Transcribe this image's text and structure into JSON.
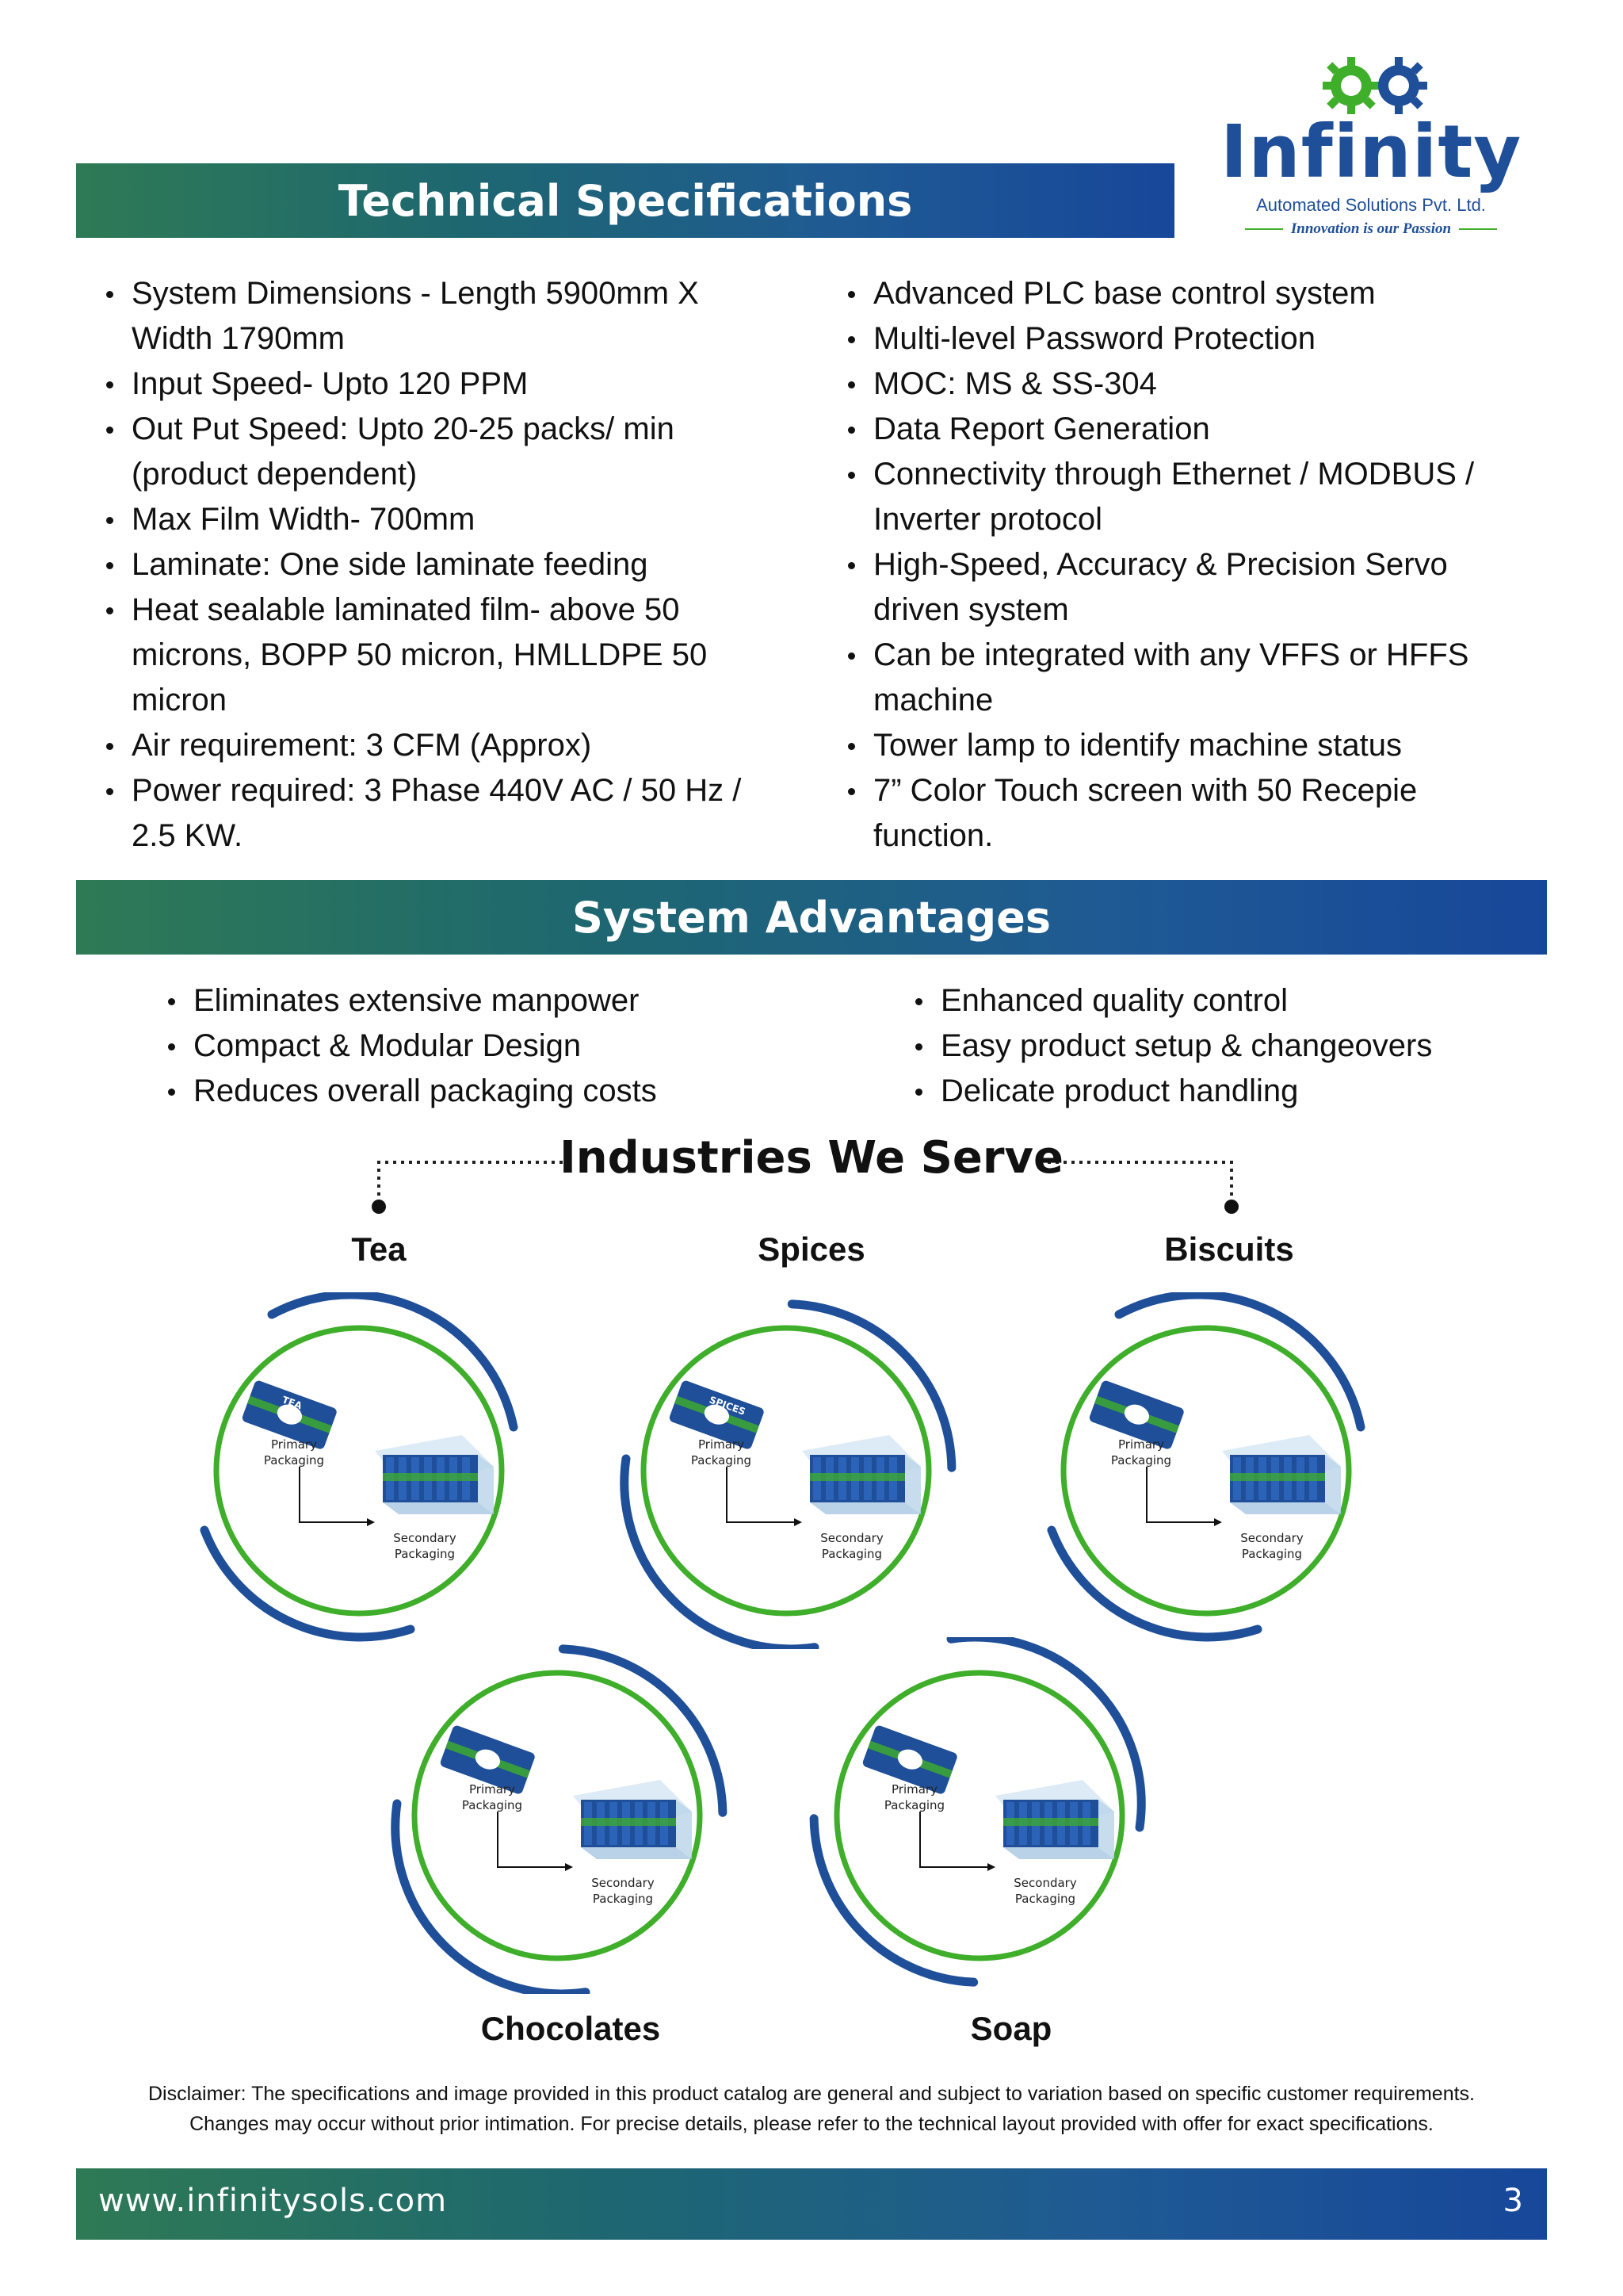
{
  "brand": {
    "name": "Infinity",
    "company": "Automated Solutions Pvt. Ltd.",
    "tagline": "Innovation is our Passion",
    "colors": {
      "blue": "#1e4f98",
      "green": "#3fae2a"
    }
  },
  "tech": {
    "title": "Technical Specifications",
    "left": [
      "System Dimensions - Length 5900mm X Width 1790mm",
      "Input Speed- Upto 120 PPM",
      "Out Put Speed: Upto 20-25 packs/ min (product dependent)",
      "Max Film Width- 700mm",
      "Laminate: One side laminate feeding",
      "Heat sealable laminated film- above 50 microns, BOPP 50 micron, HMLLDPE 50 micron",
      "Air requirement: 3 CFM (Approx)",
      "Power required: 3 Phase 440V AC / 50 Hz / 2.5 KW."
    ],
    "right": [
      "Advanced PLC base control system",
      "Multi-level Password Protection",
      "MOC: MS & SS-304",
      "Data Report Generation",
      "Connectivity through Ethernet / MODBUS / Inverter protocol",
      "High-Speed, Accuracy & Precision Servo driven system",
      "Can be integrated with any VFFS or HFFS machine",
      "Tower lamp to identify machine status",
      "7” Color Touch screen with 50 Recepie function."
    ]
  },
  "advantages": {
    "title": "System Advantages",
    "left": [
      "Eliminates extensive manpower",
      "Compact & Modular Design",
      "Reduces overall packaging costs"
    ],
    "right": [
      "Enhanced quality control",
      "Easy product setup & changeovers",
      "Delicate product handling"
    ]
  },
  "industries": {
    "title": "Industries We Serve",
    "primary_label": "Primary Packaging",
    "secondary_label": "Secondary Packaging",
    "items": [
      {
        "name": "Tea",
        "pack_label": "TEA"
      },
      {
        "name": "Spices",
        "pack_label": "SPICES"
      },
      {
        "name": "Biscuits",
        "pack_label": ""
      },
      {
        "name": "Chocolates",
        "pack_label": ""
      },
      {
        "name": "Soap",
        "pack_label": ""
      }
    ]
  },
  "disclaimer": {
    "line1": "Disclaimer: The specifications and image provided in this product catalog are general and subject to variation based on specific customer requirements.",
    "line2": "Changes may occur without prior intimation. For precise details, please refer to the technical layout provided with offer for exact specifications."
  },
  "footer": {
    "url": "www.infinitysols.com",
    "page": "3"
  }
}
